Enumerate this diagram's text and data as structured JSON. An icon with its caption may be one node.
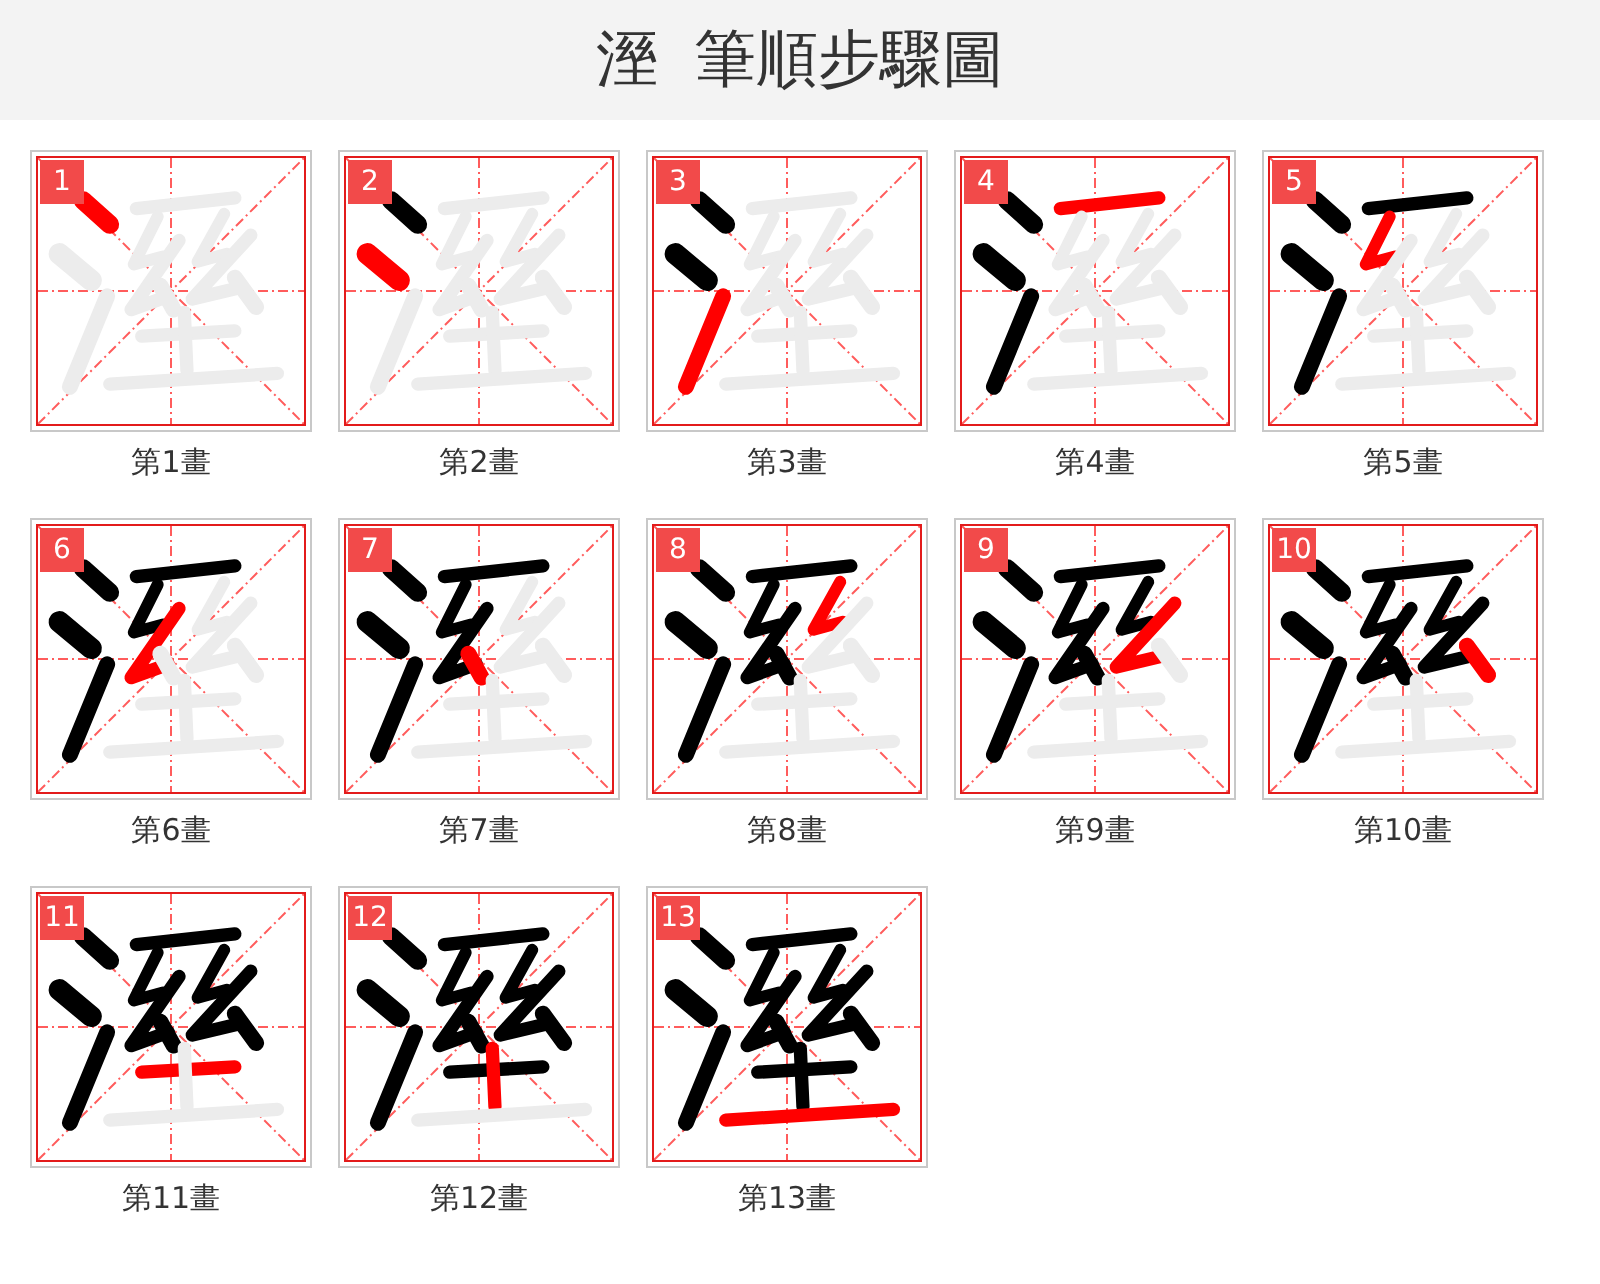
{
  "diagram": {
    "title": "溼 筆順步驟圖",
    "nodes": [
      {
        "text": [
          "1"
        ],
        "beside": [
          "第1畫"
        ]
      },
      {
        "text": [
          "2"
        ],
        "beside": [
          "第2畫"
        ]
      },
      {
        "text": [
          "3"
        ],
        "beside": [
          "第3畫"
        ]
      },
      {
        "text": [
          "4"
        ],
        "beside": [
          "第4畫"
        ]
      },
      {
        "text": [
          "5"
        ],
        "beside": [
          "第5畫"
        ]
      },
      {
        "text": [
          "6"
        ],
        "beside": [
          "第6畫"
        ]
      },
      {
        "text": [
          "7"
        ],
        "beside": [
          "第7畫"
        ]
      },
      {
        "text": [
          "8"
        ],
        "beside": [
          "第8畫"
        ]
      },
      {
        "text": [
          "9"
        ],
        "beside": [
          "第9畫"
        ]
      },
      {
        "text": [
          "10"
        ],
        "beside": [
          "第10畫"
        ]
      },
      {
        "text": [
          "11"
        ],
        "beside": [
          "第11畫"
        ]
      },
      {
        "text": [
          "12"
        ],
        "beside": [
          "第12畫"
        ]
      },
      {
        "text": [
          "13"
        ],
        "beside": [
          "第13畫"
        ]
      }
    ]
  }
}
